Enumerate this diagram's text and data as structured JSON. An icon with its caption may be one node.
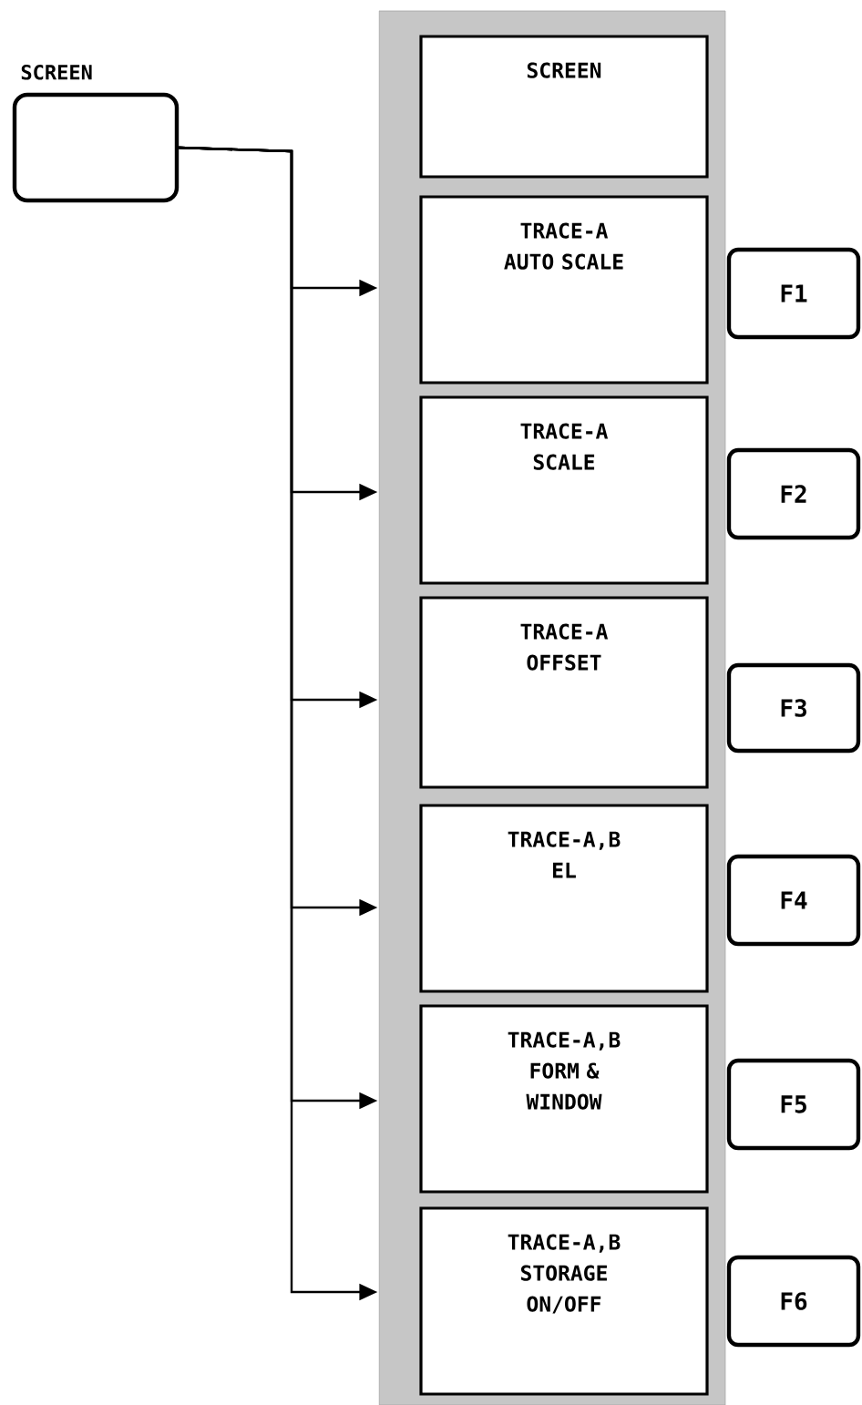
{
  "diagram": {
    "nodes": [
      {
        "text": [
          "SCREEN"
        ]
      },
      {
        "text": [],
        "shape": "box"
      },
      {
        "text": [
          "SCREEN"
        ],
        "in": 1
      },
      {
        "text": [
          "TRACE-A AUTO SCALE"
        ],
        "in": 1
      },
      {
        "text": [
          "TRACE-A SCALE"
        ],
        "in": 1
      },
      {
        "text": [
          "TRACE-A OFFSET"
        ],
        "in": 1
      },
      {
        "text": [
          "TRACE-A,B EL"
        ],
        "in": 1
      },
      {
        "text": [
          "TRACE-A,B FORM & WINDOW"
        ],
        "in": 1
      },
      {
        "text": [
          "TRACE-A,B STORAGE ON/OFF"
        ],
        "in": 1
      },
      {
        "text": [
          "F1"
        ]
      },
      {
        "text": [
          "F2"
        ]
      },
      {
        "text": [
          "F3"
        ]
      },
      {
        "text": [
          "F4"
        ]
      },
      {
        "text": [
          "F5"
        ]
      },
      {
        "text": [
          "F6"
        ]
      }
    ],
    "edges": [
      {
        "from": 0,
        "to": 3,
        "arrow": "to"
      },
      {
        "from": 0,
        "to": 4,
        "arrow": "to"
      },
      {
        "from": 0,
        "to": 5,
        "arrow": "to"
      },
      {
        "from": 0,
        "to": 6,
        "arrow": "to"
      },
      {
        "from": 0,
        "to": 7,
        "arrow": "to"
      },
      {
        "from": 0,
        "to": 8,
        "arrow": "to"
      }
    ]
  }
}
